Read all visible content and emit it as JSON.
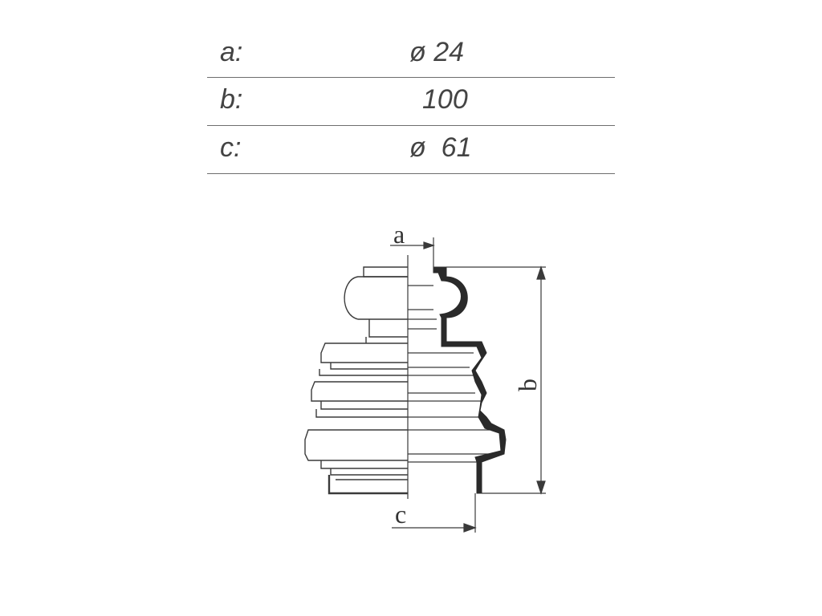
{
  "specs": [
    {
      "key": "a:",
      "value": "ø 24"
    },
    {
      "key": "b:",
      "value": "100"
    },
    {
      "key": "c:",
      "value": "ø  61"
    }
  ],
  "drawing": {
    "label_a": "a",
    "label_b": "b",
    "label_c": "c",
    "line_color": "#3a3a3a",
    "wall_color": "#2a2a2a"
  }
}
